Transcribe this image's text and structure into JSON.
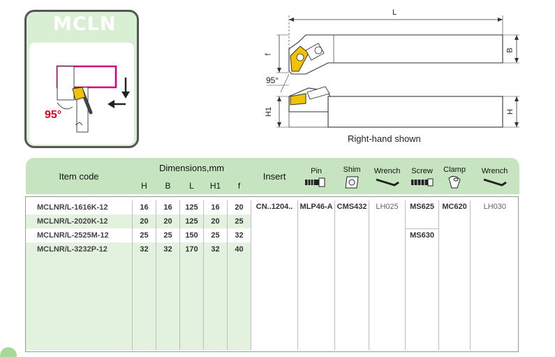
{
  "badge": {
    "title": "MCLN",
    "angle": "95°"
  },
  "drawing": {
    "length_label": "L",
    "width_label": "B",
    "f_label": "f",
    "angle_label": "95°",
    "h1_label": "H1",
    "h_label": "H",
    "caption": "Right-hand shown"
  },
  "table": {
    "item_code_header": "Item code",
    "dimensions_header": "Dimensions,mm",
    "dim_columns": [
      "H",
      "B",
      "L",
      "H1",
      "f"
    ],
    "insert_header": "Insert",
    "accessories": [
      {
        "label": "Pin",
        "icon": "pin-icon"
      },
      {
        "label": "Shim",
        "icon": "shim-icon"
      },
      {
        "label": "Wrench",
        "icon": "wrench-icon"
      },
      {
        "label": "Screw",
        "icon": "screw-icon"
      },
      {
        "label": "Clamp",
        "icon": "clamp-icon"
      },
      {
        "label": "Wrench",
        "icon": "wrench-icon"
      }
    ],
    "rows": [
      {
        "code": "MCLNR/L-1616K-12",
        "H": "16",
        "B": "16",
        "L": "125",
        "H1": "16",
        "f": "20"
      },
      {
        "code": "MCLNR/L-2020K-12",
        "H": "20",
        "B": "20",
        "L": "125",
        "H1": "20",
        "f": "25"
      },
      {
        "code": "MCLNR/L-2525M-12",
        "H": "25",
        "B": "25",
        "L": "150",
        "H1": "25",
        "f": "32"
      },
      {
        "code": "MCLNR/L-3232P-12",
        "H": "32",
        "B": "32",
        "L": "170",
        "H1": "32",
        "f": "40"
      }
    ],
    "insert_value": "CN..1204..",
    "pin_value": "MLP46-A",
    "shim_value": "CMS432",
    "wrench_value": "LH025",
    "screw_values": [
      "MS625",
      "MS630"
    ],
    "clamp_value": "MC620",
    "wrench2_value": "LH030"
  },
  "colors": {
    "header_green": "#c7e4c1",
    "row_green": "#e3f1df",
    "insert_yellow": "#f2c200",
    "accent_red": "#e0001b",
    "magenta": "#d4007a"
  }
}
